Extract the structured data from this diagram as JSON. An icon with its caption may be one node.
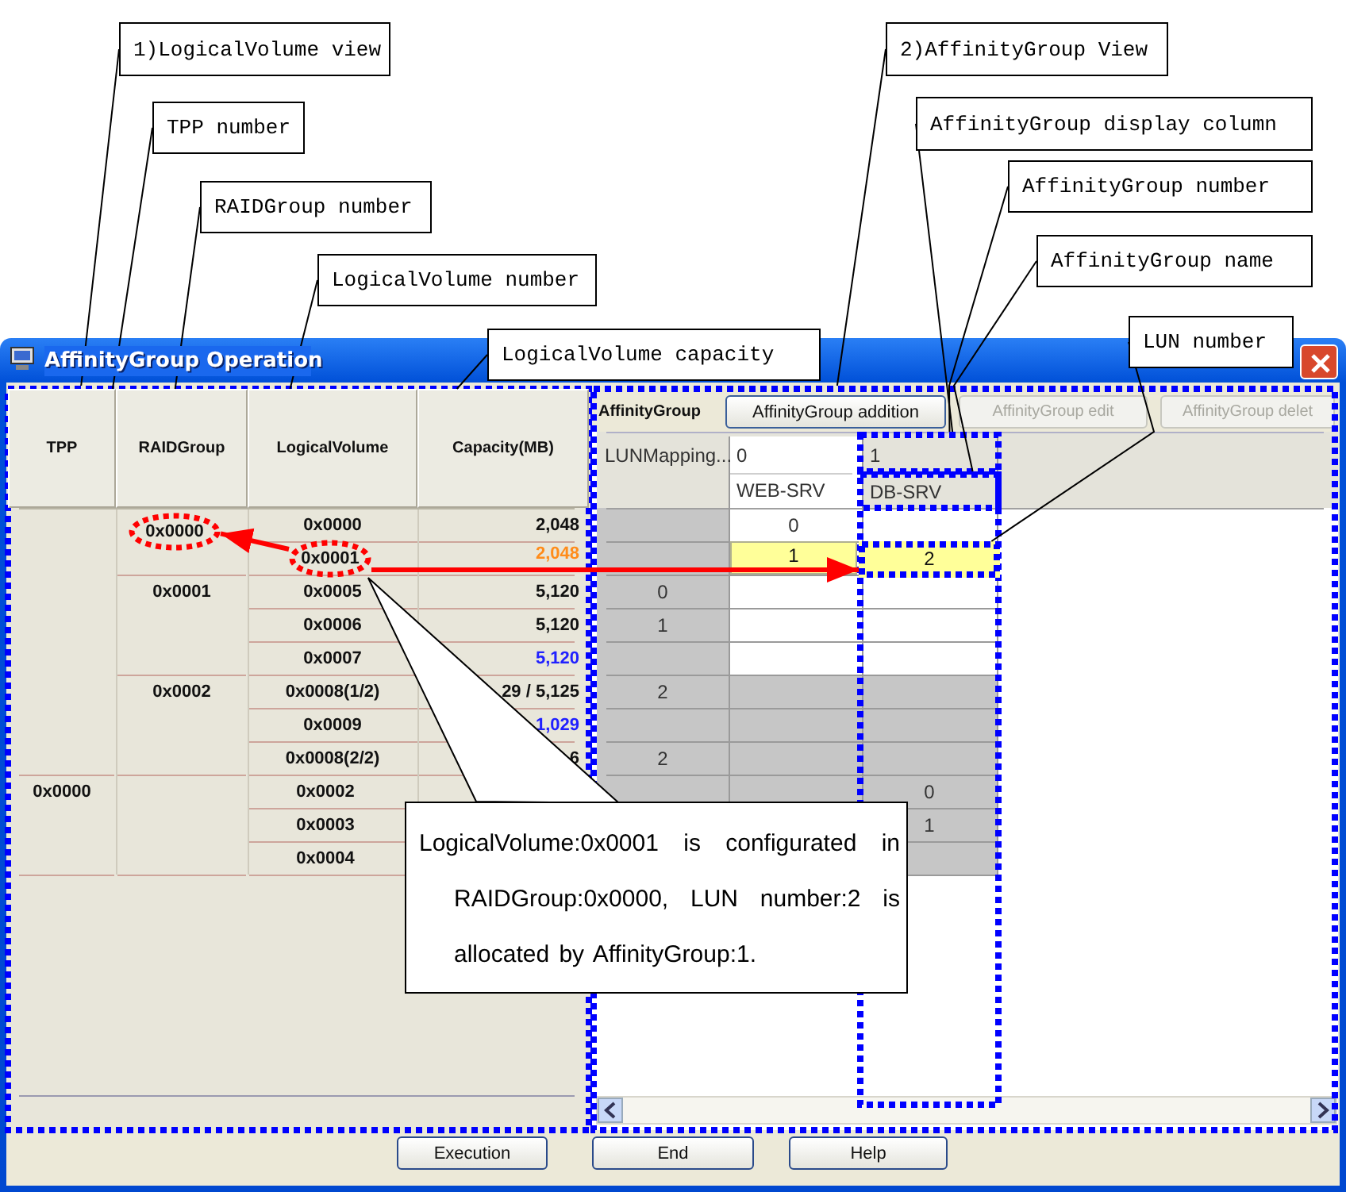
{
  "diagram": {
    "nodes": [
      {
        "text": [
          "1)LogicalVolume view"
        ]
      },
      {
        "text": [
          "TPP number"
        ]
      },
      {
        "text": [
          "RAIDGroup number"
        ]
      },
      {
        "text": [
          "LogicalVolume number"
        ]
      },
      {
        "text": [
          "LogicalVolume capacity"
        ]
      },
      {
        "text": [
          "2)AffinityGroup View"
        ]
      },
      {
        "text": [
          "AffinityGroup display column"
        ]
      },
      {
        "text": [
          "AffinityGroup number"
        ]
      },
      {
        "text": [
          "AffinityGroup name"
        ]
      },
      {
        "text": [
          "LUN number"
        ]
      },
      {
        "text": [
          "AffinityGroup Operation"
        ]
      },
      {
        "text": [],
        "shape": "box",
        "in": 10
      },
      {
        "text": [
          "TPP"
        ],
        "in": 11
      },
      {
        "text": [
          "RAIDGroup"
        ],
        "in": 11
      },
      {
        "text": [
          "LogicalVolume"
        ],
        "in": 11
      },
      {
        "text": [
          "Capacity(MB)"
        ],
        "in": 11
      },
      {
        "text": [
          "0x0000"
        ],
        "in": 11
      },
      {
        "text": [
          "0x0001"
        ],
        "in": 11
      },
      {
        "text": [],
        "shape": "box",
        "in": 10
      },
      {
        "text": [],
        "shape": "box",
        "in": 18
      },
      {
        "text": [],
        "shape": "box",
        "in": 19
      },
      {
        "text": [],
        "shape": "box",
        "in": 19
      },
      {
        "text": [
          "2"
        ],
        "in": 19
      },
      {
        "text": [
          "LogicalVolume:0x0001 is configurated in RAIDGroup:0x0000, LUN number:2 is allocated by AffinityGroup:1."
        ],
        "in": 10
      }
    ],
    "edges": [
      {
        "from": 0,
        "to": 11,
        "arrow": "none"
      },
      {
        "from": 1,
        "to": 12,
        "arrow": "none"
      },
      {
        "from": 2,
        "to": 13,
        "arrow": "none"
      },
      {
        "from": 3,
        "to": 14,
        "arrow": "none"
      },
      {
        "from": 4,
        "to": 15,
        "arrow": "none"
      },
      {
        "from": 5,
        "to": 18,
        "arrow": "none"
      },
      {
        "from": 6,
        "to": 19,
        "arrow": "none"
      },
      {
        "from": 7,
        "to": 20,
        "arrow": "none"
      },
      {
        "from": 8,
        "to": 21,
        "arrow": "none"
      },
      {
        "from": 9,
        "to": 22,
        "arrow": "none"
      },
      {
        "from": 17,
        "to": 16,
        "arrow": "to",
        "style": "thick",
        "color": "#ff0000"
      },
      {
        "from": 17,
        "to": 22,
        "arrow": "to",
        "style": "thick",
        "color": "#ff0000"
      },
      {
        "from": 23,
        "to": 17,
        "arrow": "none"
      }
    ],
    "labels": [
      "0x0000",
      "2,048",
      "2,048",
      "0x0001",
      "0x0005",
      "5,120",
      "0x0006",
      "5,120",
      "0x0007",
      "5,120",
      "0x0002",
      "0x0008(1/2)",
      "29 / 5,125",
      "0x0009",
      "1,029",
      "0x0008(2/2)",
      "6",
      "0x0000",
      "0x0002",
      "0x0003",
      "0x0004",
      "AffinityGroup",
      "AffinityGroup addition",
      "AffinityGroup edit",
      "AffinityGroup delet",
      "LUNMapping...",
      "0",
      "1",
      "WEB-SRV",
      "DB-SRV",
      "0",
      "1",
      "0",
      "1",
      "2",
      "2",
      "0",
      "1",
      "Execution",
      "End",
      "Help"
    ]
  }
}
